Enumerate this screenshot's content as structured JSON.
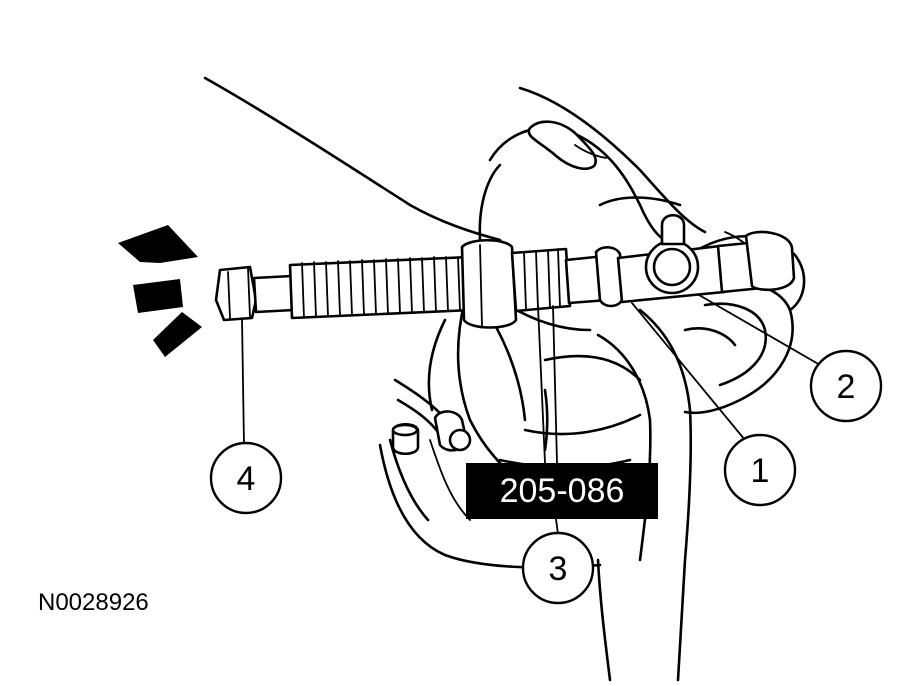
{
  "tool_number": "205-086",
  "callouts": [
    {
      "id": "1",
      "label": "1"
    },
    {
      "id": "2",
      "label": "2"
    },
    {
      "id": "3",
      "label": "3"
    },
    {
      "id": "4",
      "label": "4"
    }
  ],
  "figure_id": "N0028926"
}
